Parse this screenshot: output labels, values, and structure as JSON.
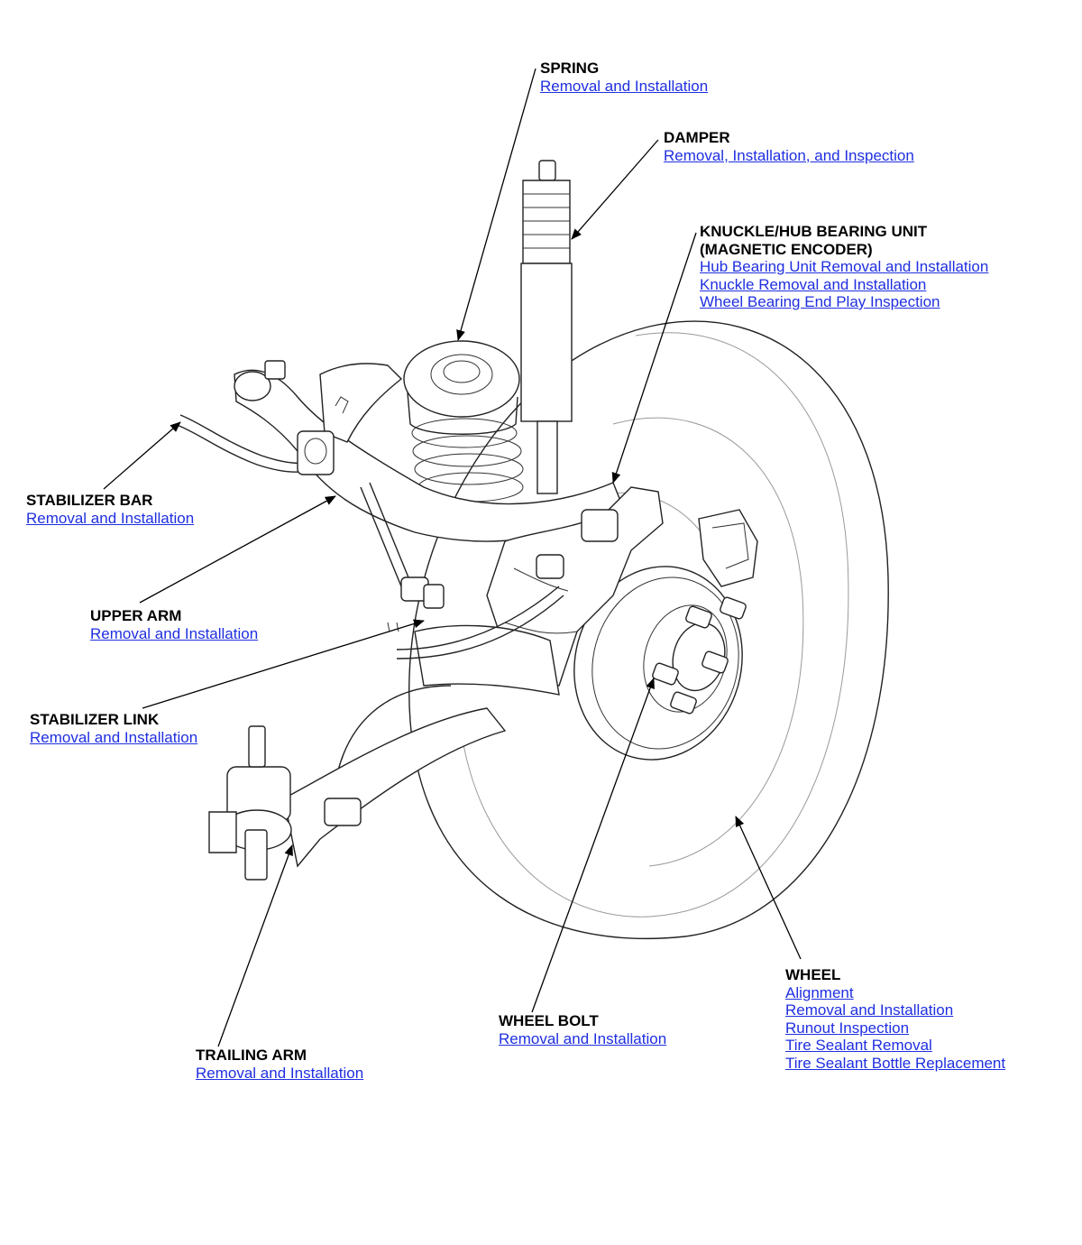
{
  "colors": {
    "link": "#1f2fe0",
    "title": "#000000",
    "line": "#222222"
  },
  "callouts": {
    "spring": {
      "title": "SPRING",
      "links": [
        "Removal and Installation"
      ]
    },
    "damper": {
      "title": "DAMPER",
      "links": [
        "Removal, Installation, and Inspection"
      ]
    },
    "knuckle": {
      "title_line1": "KNUCKLE/HUB BEARING UNIT",
      "title_line2": "(MAGNETIC ENCODER)",
      "links": [
        "Hub Bearing Unit Removal and Installation",
        "Knuckle Removal and Installation",
        "Wheel Bearing End Play Inspection"
      ]
    },
    "stabilizer_bar": {
      "title": "STABILIZER BAR",
      "links": [
        "Removal and Installation"
      ]
    },
    "upper_arm": {
      "title": "UPPER ARM",
      "links": [
        "Removal and Installation"
      ]
    },
    "stabilizer_link": {
      "title": "STABILIZER LINK",
      "links": [
        "Removal and Installation"
      ]
    },
    "wheel": {
      "title": "WHEEL",
      "links": [
        "Alignment",
        "Removal and Installation",
        "Runout Inspection",
        "Tire Sealant Removal",
        "Tire Sealant Bottle Replacement"
      ]
    },
    "wheel_bolt": {
      "title": "WHEEL BOLT",
      "links": [
        "Removal and Installation"
      ]
    },
    "trailing_arm": {
      "title": "TRAILING ARM",
      "links": [
        "Removal and Installation"
      ]
    }
  }
}
